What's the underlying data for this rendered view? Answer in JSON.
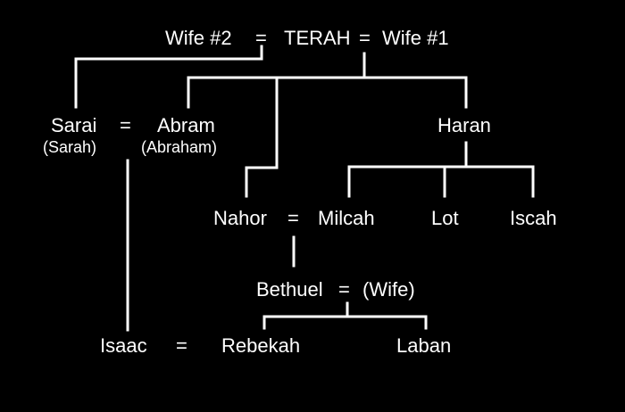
{
  "colors": {
    "background": "#000000",
    "line": "#ffffff",
    "text": "#ffffff"
  },
  "generation1": {
    "wife2": "Wife #2",
    "eq_left": "=",
    "terah": "TERAH",
    "eq_right": "=",
    "wife1": "Wife #1"
  },
  "generation2": {
    "sarai": "Sarai",
    "sarai_alt": "(Sarah)",
    "eq_sarai_abram": "=",
    "abram": "Abram",
    "abram_alt": "(Abraham)",
    "haran": "Haran"
  },
  "generation3": {
    "nahor": "Nahor",
    "eq_nahor_milcah": "=",
    "milcah": "Milcah",
    "lot": "Lot",
    "iscah": "Iscah"
  },
  "generation4": {
    "bethuel": "Bethuel",
    "eq_bethuel_wife": "=",
    "bethuel_wife": "(Wife)"
  },
  "generation5": {
    "isaac": "Isaac",
    "eq_isaac_rebekah": "=",
    "rebekah": "Rebekah",
    "laban": "Laban"
  }
}
